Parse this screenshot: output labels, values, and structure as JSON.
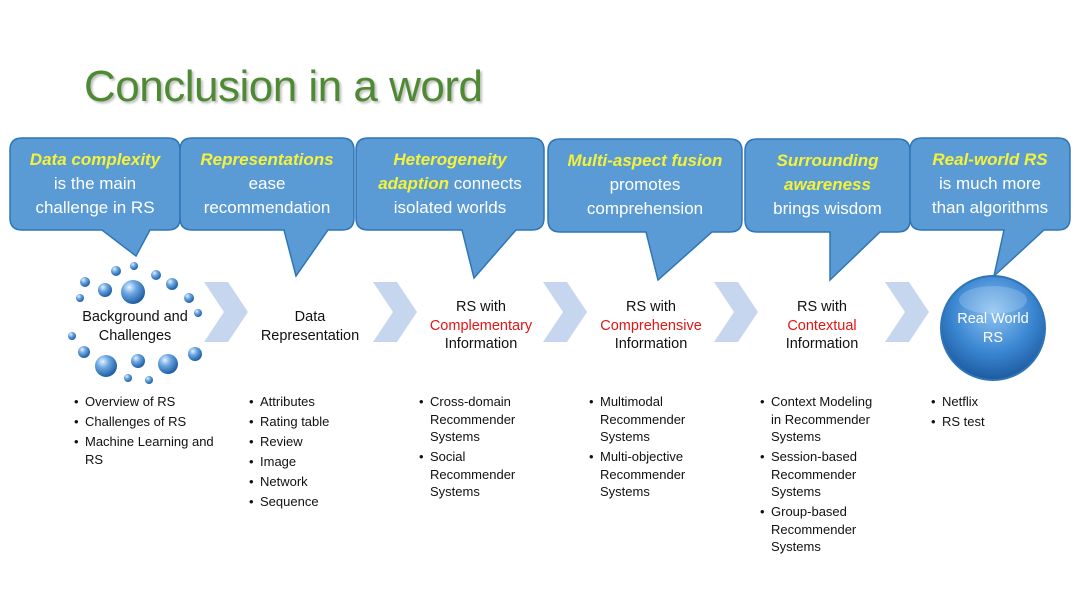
{
  "title": "Conclusion in a word",
  "callouts": [
    {
      "highlight": "Data complexity",
      "line2": "is the main",
      "line3": "challenge in RS"
    },
    {
      "highlight": "Representations",
      "line2": "ease",
      "line3": "recommendation"
    },
    {
      "highlight1": "Heterogeneity",
      "highlight2": "adaption",
      "rest2": " connects",
      "line3": "isolated worlds"
    },
    {
      "highlight": "Multi-aspect fusion",
      "line2": "promotes",
      "line3": "comprehension"
    },
    {
      "highlight1": "Surrounding",
      "highlight2": "awareness",
      "line3": "brings wisdom"
    },
    {
      "highlight": "Real-world RS",
      "line2": "is much more",
      "line3": "than algorithms"
    }
  ],
  "stages": [
    {
      "line1": "Background and",
      "line2": "Challenges"
    },
    {
      "line1": "Data",
      "line2": "Representation"
    },
    {
      "line1": "RS with",
      "red": "Complementary",
      "line3": "Information"
    },
    {
      "line1": "RS with",
      "red": "Comprehensive",
      "line3": "Information"
    },
    {
      "line1": "RS with",
      "red": "Contextual",
      "line3": "Information"
    },
    {
      "line1": "Real World",
      "line2": "RS"
    }
  ],
  "bullets": [
    [
      "Overview of RS",
      "Challenges of RS",
      "Machine Learning and RS"
    ],
    [
      "Attributes",
      "Rating table",
      "Review",
      "Image",
      "Network",
      "Sequence"
    ],
    [
      "Cross-domain Recommender Systems",
      "Social Recommender Systems"
    ],
    [
      "Multimodal Recommender Systems",
      "Multi-objective Recommender Systems"
    ],
    [
      "Context Modeling in Recommender Systems",
      "Session-based Recommender Systems",
      "Group-based Recommender Systems"
    ],
    [
      "Netflix",
      "RS test"
    ]
  ],
  "colors": {
    "title": "#4e8a34",
    "callout_fill": "#5b9bd5",
    "callout_stroke": "#2e75b6",
    "highlight": "#f5f23a",
    "red_text": "#e31515",
    "chevron": "#c5d6ee"
  }
}
